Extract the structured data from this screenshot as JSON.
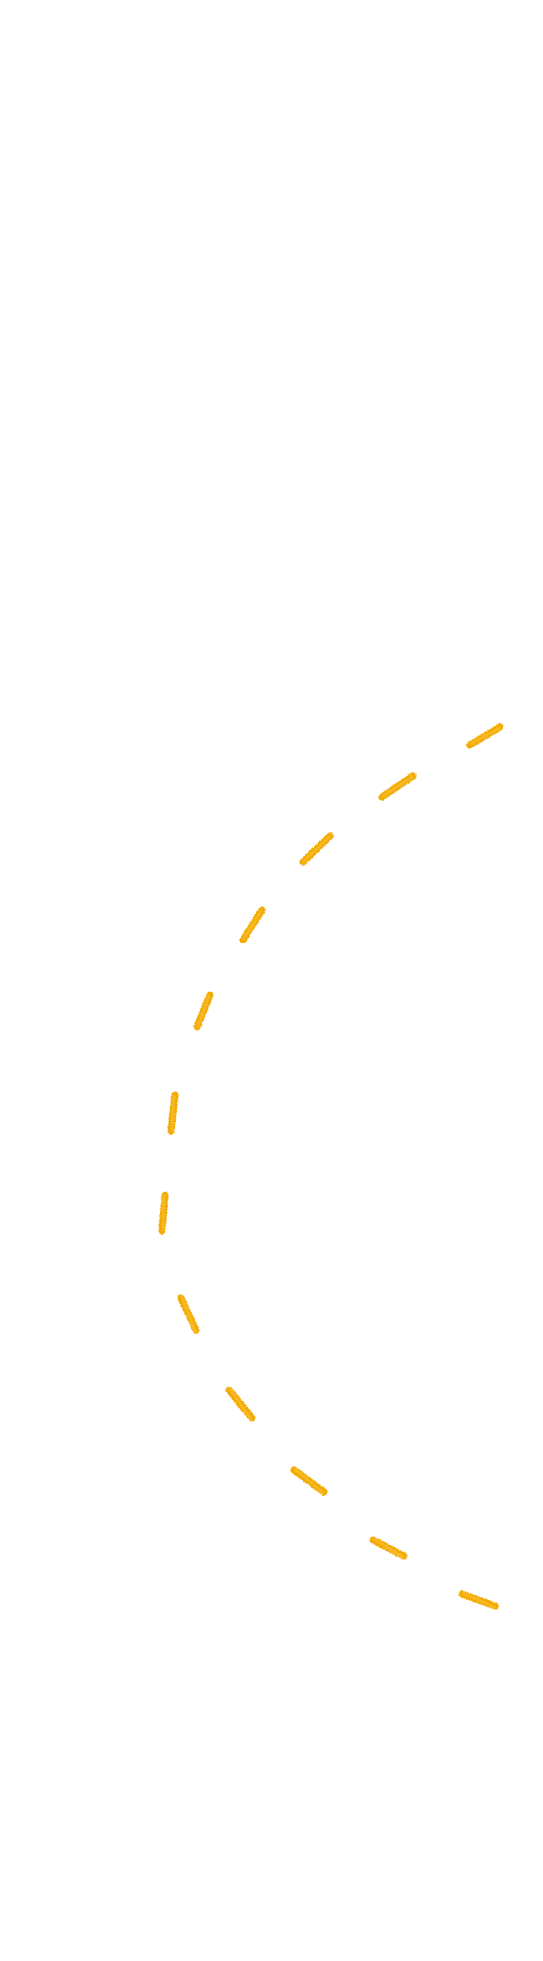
{
  "decoration": {
    "shape": "dashed-arc",
    "stroke_color": "#F2A900",
    "stroke_highlight": "#F7BE2E",
    "dash_count": 12,
    "style": "chalk-like rough strokes"
  }
}
